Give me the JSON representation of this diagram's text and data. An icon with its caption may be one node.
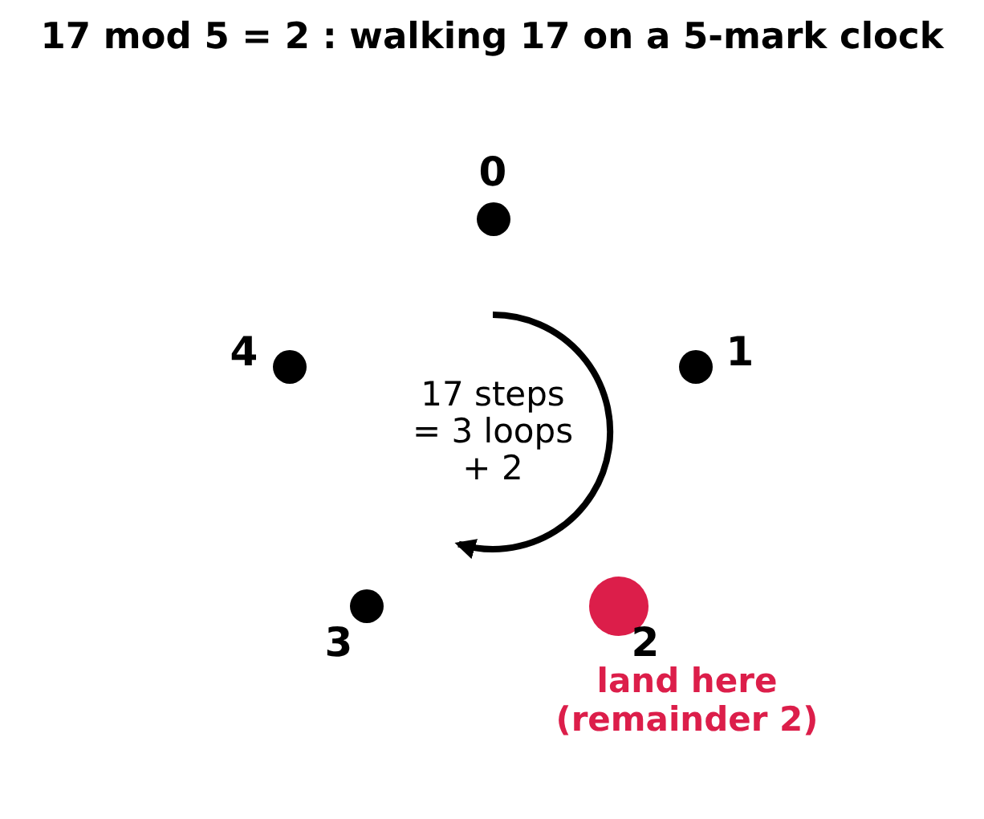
{
  "diagram": {
    "title": "17 mod 5 = 2 : walking 17 on a 5-mark clock",
    "nodes": [
      {
        "text": [],
        "shape": "circle",
        "beside": [
          "0"
        ]
      },
      {
        "text": [],
        "shape": "circle",
        "beside": [
          "1"
        ]
      },
      {
        "text": [],
        "shape": "circle",
        "beside": [
          "2",
          "land here (remainder 2)"
        ]
      },
      {
        "text": [],
        "shape": "circle",
        "beside": [
          "3"
        ]
      },
      {
        "text": [],
        "shape": "circle",
        "beside": [
          "4"
        ]
      }
    ],
    "labels": [
      "17 steps = 3 loops + 2"
    ]
  }
}
